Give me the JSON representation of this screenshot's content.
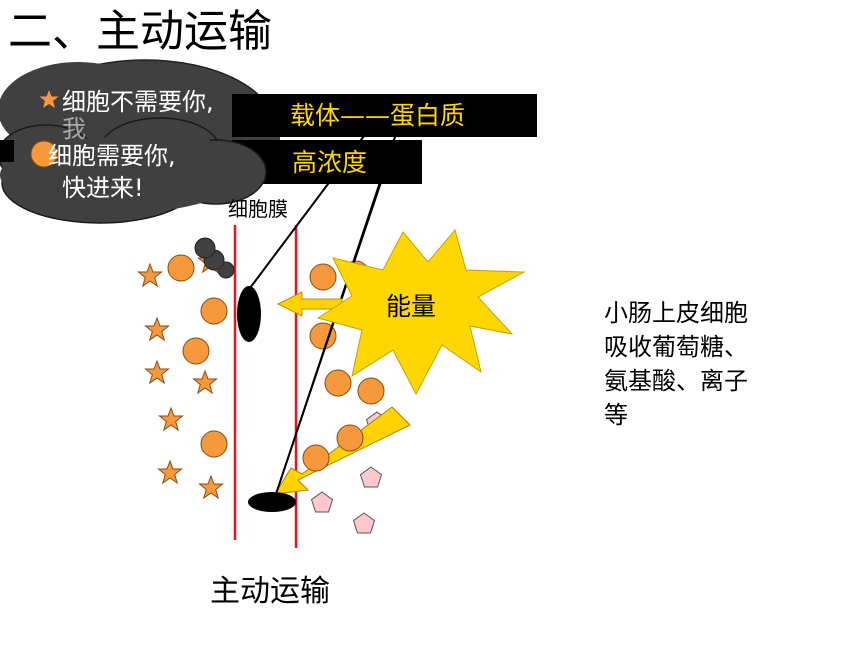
{
  "title": "二、主动运输",
  "bubble": {
    "line1": "细胞不需要你,",
    "line1_hidden": "我",
    "line2a": "细胞需要你,",
    "line2b": "快进来!"
  },
  "labels": {
    "carrier": "载体——蛋白质",
    "high_concentration": "高浓度",
    "membrane": "细胞膜",
    "energy": "能量"
  },
  "side_text": [
    "小肠上皮细胞",
    "吸收葡萄糖、",
    "氨基酸、离子",
    "等"
  ],
  "caption": "主动运输",
  "colors": {
    "orange": "#f6993d",
    "gold": "#ffd200",
    "membrane_red": "#e8141e",
    "bubble": "#404040",
    "banner": "#000000",
    "banner_text": "#ffd700",
    "pentagon": "#ffc8cc"
  }
}
